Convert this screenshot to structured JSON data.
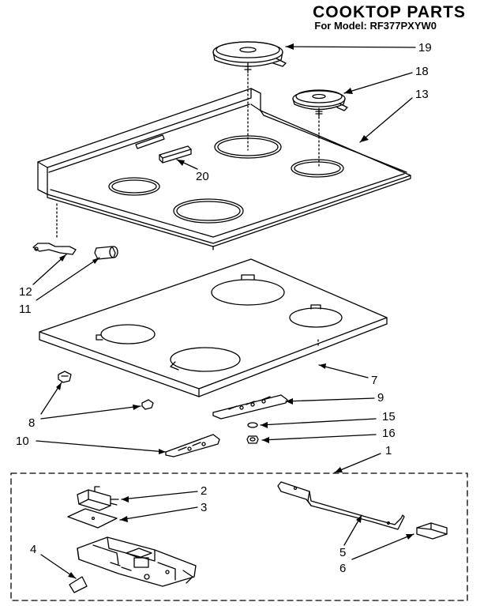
{
  "header": {
    "title": "COOKTOP PARTS",
    "subtitle": "For Model: RF377PXYW0"
  },
  "callouts": {
    "n1": "1",
    "n2": "2",
    "n3": "3",
    "n4": "4",
    "n5": "5",
    "n6": "6",
    "n7": "7",
    "n8": "8",
    "n9": "9",
    "n10": "10",
    "n11": "11",
    "n12": "12",
    "n13": "13",
    "n15": "15",
    "n16": "16",
    "n18": "18",
    "n19": "19",
    "n20": "20"
  }
}
